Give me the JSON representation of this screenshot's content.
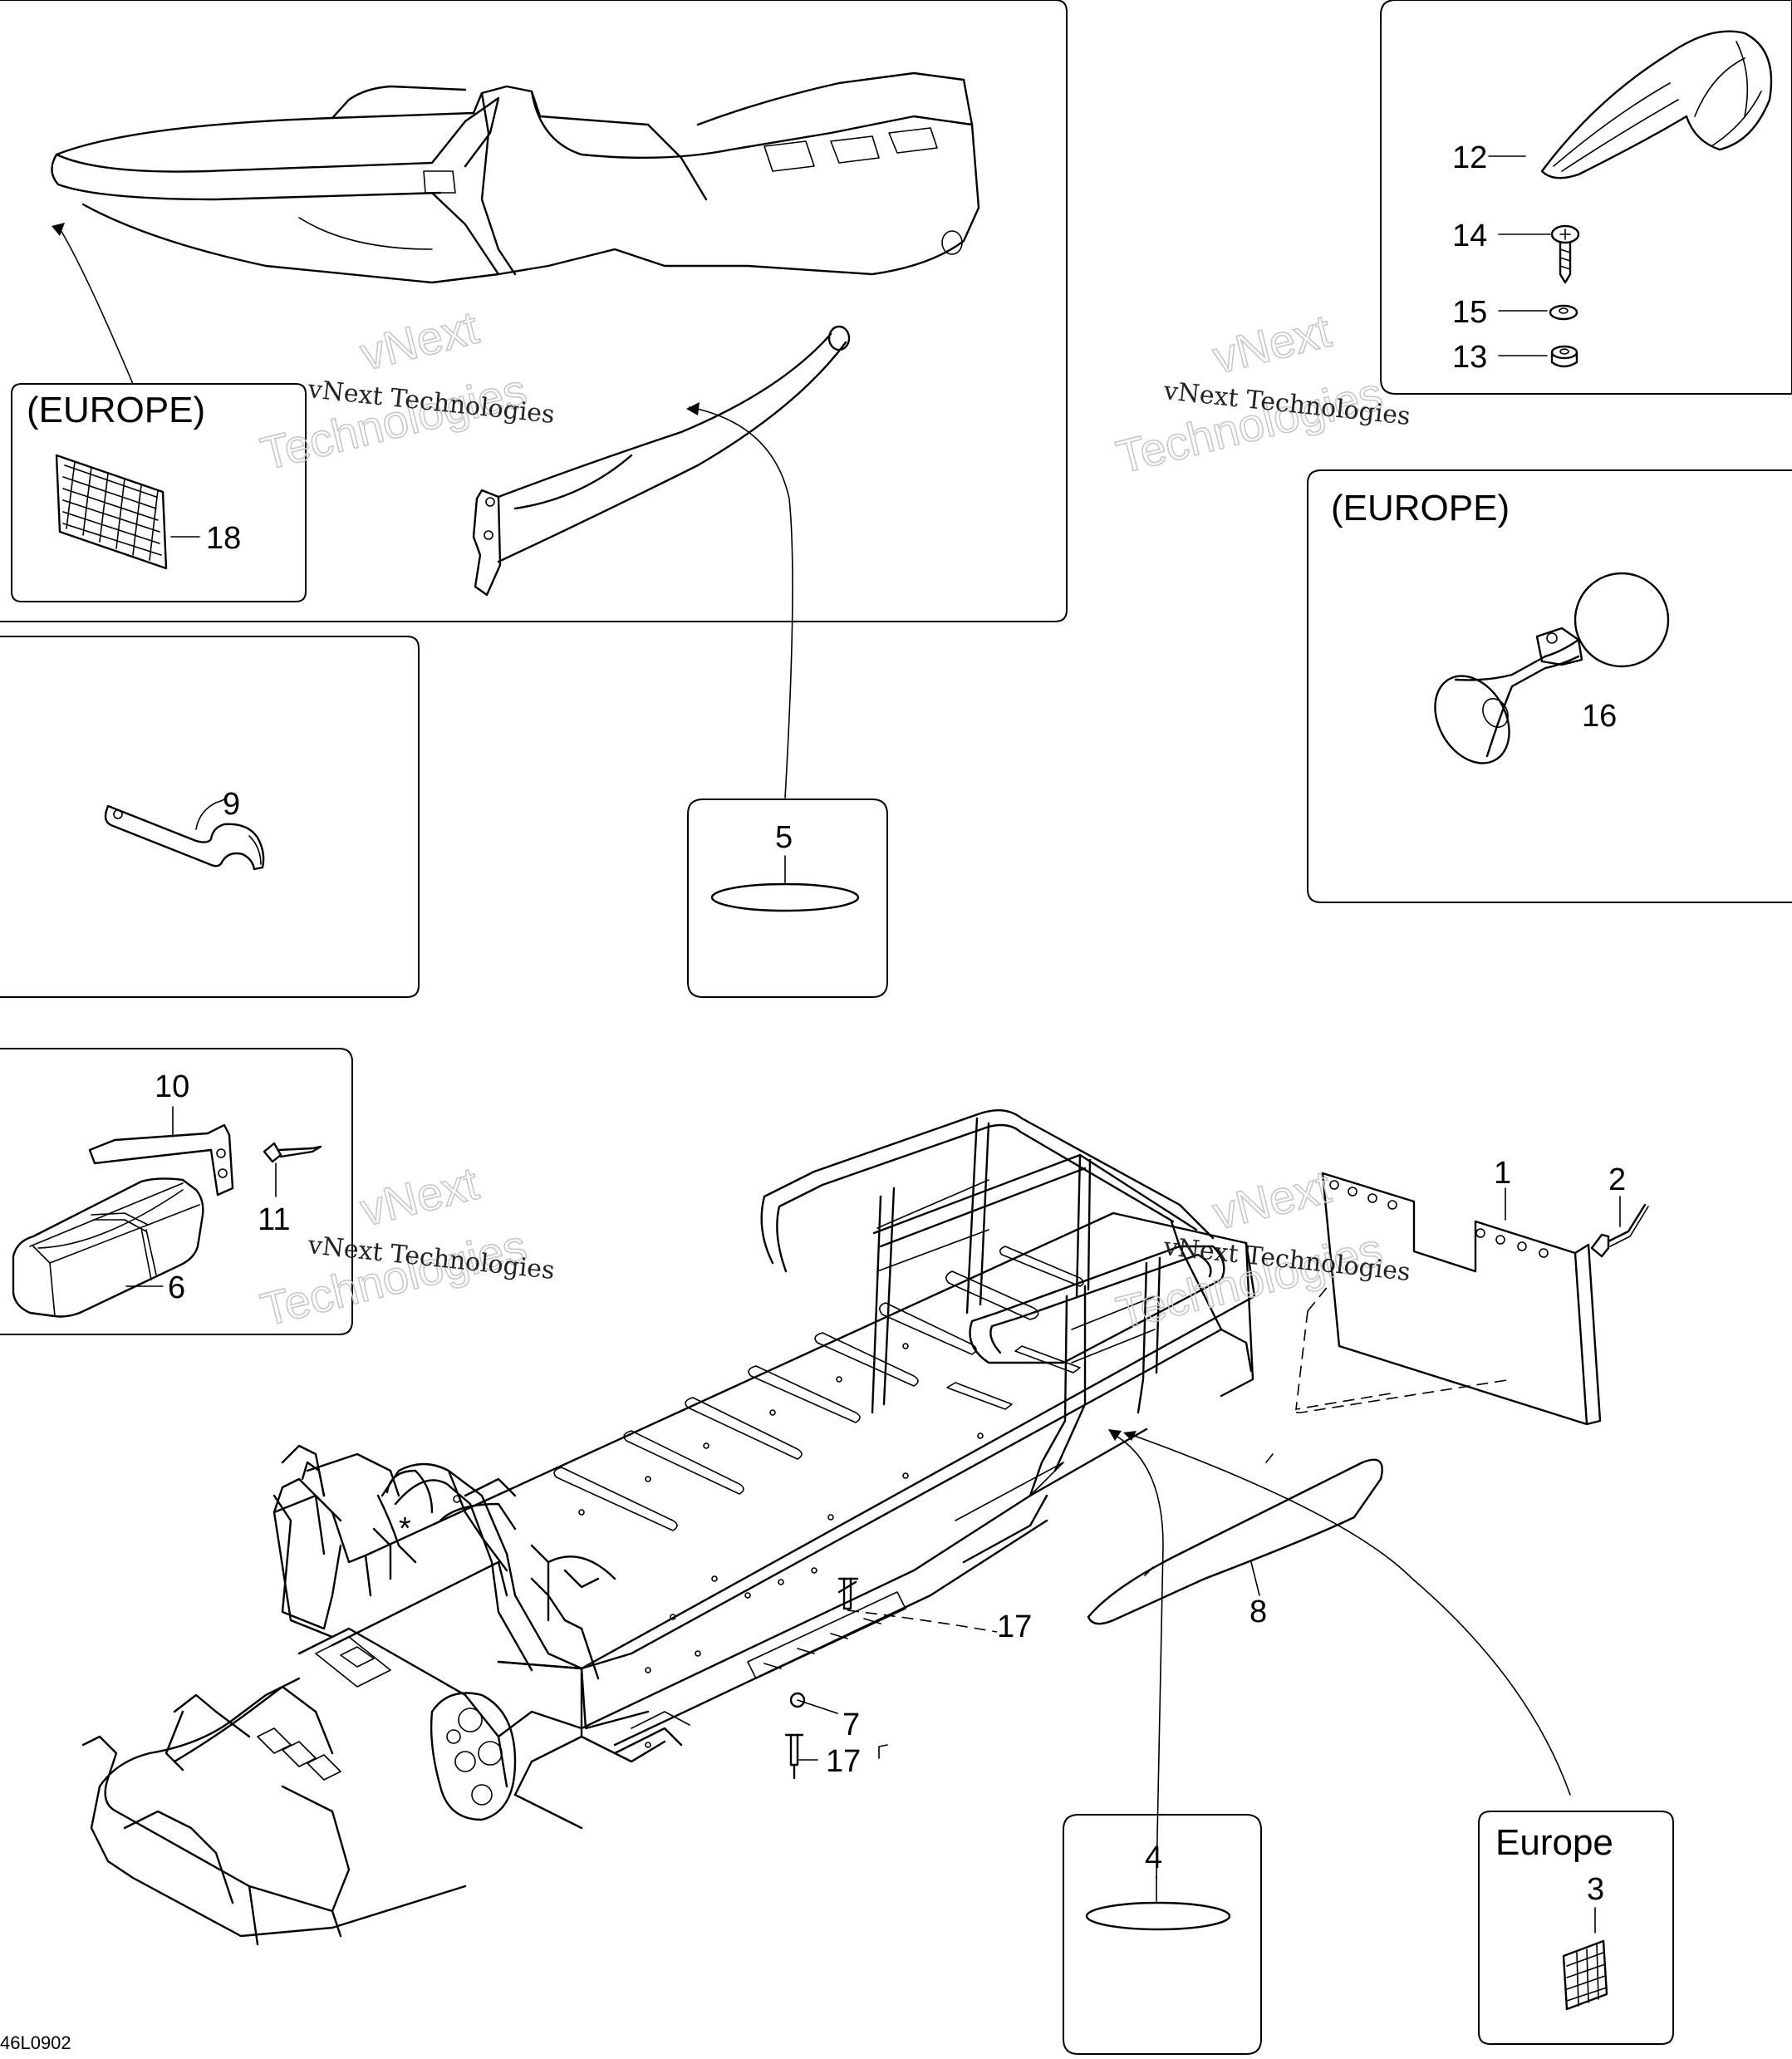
{
  "diagram_code": "46L0902",
  "watermarks": [
    {
      "line1": "vNext Technologies",
      "line2": "vNext",
      "line3": "Technologies"
    }
  ],
  "panels": {
    "top_left": {
      "header": "(EUROPE)"
    },
    "europe_horn": {
      "header": "(EUROPE)"
    },
    "europe_reflector": {
      "header": "Europe"
    }
  },
  "callouts": {
    "c1": "1",
    "c2": "2",
    "c3": "3",
    "c4": "4",
    "c5": "5",
    "c6": "6",
    "c7": "7",
    "c8": "8",
    "c9": "9",
    "c10": "10",
    "c11": "11",
    "c12": "12",
    "c13": "13",
    "c14": "14",
    "c15": "15",
    "c16": "16",
    "c17a": "17",
    "c17b": "17",
    "c18": "18"
  },
  "marks": {
    "asterisk": "*"
  }
}
